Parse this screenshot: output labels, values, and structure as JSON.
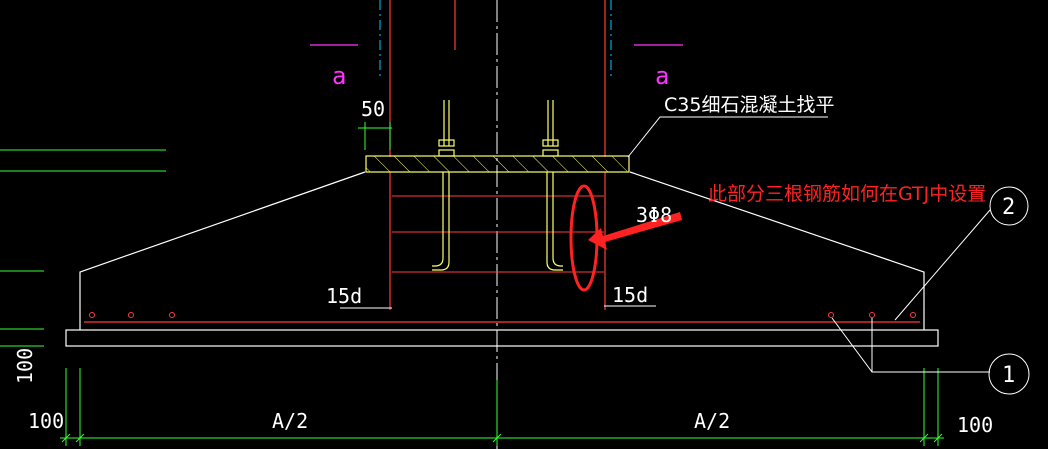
{
  "labels": {
    "tag_a_left": "a",
    "tag_a_right": "a",
    "dim_50": "50",
    "note_c35": "C35细石混凝土找平",
    "annotation_question": "此部分三根钢筋如何在GTJ中设置",
    "rebar_3phi8": "3Φ8",
    "dim_15d_left": "15d",
    "dim_15d_right": "15d",
    "dim_100_left": "100",
    "dim_100_right": "100",
    "dim_100_vertical": "100",
    "dim_a2_left": "A/2",
    "dim_a2_right": "A/2",
    "callout_1": "1",
    "callout_2": "2"
  },
  "colors": {
    "background": "#000000",
    "outline": "#ffffff",
    "column": "#ff3b3b",
    "rebar": "#ff3b3b",
    "dimension": "#33ff33",
    "plate": "#ffff66",
    "tag": "#ff33ff",
    "annotation": "#ff2222",
    "centerline": "#00ccff"
  }
}
